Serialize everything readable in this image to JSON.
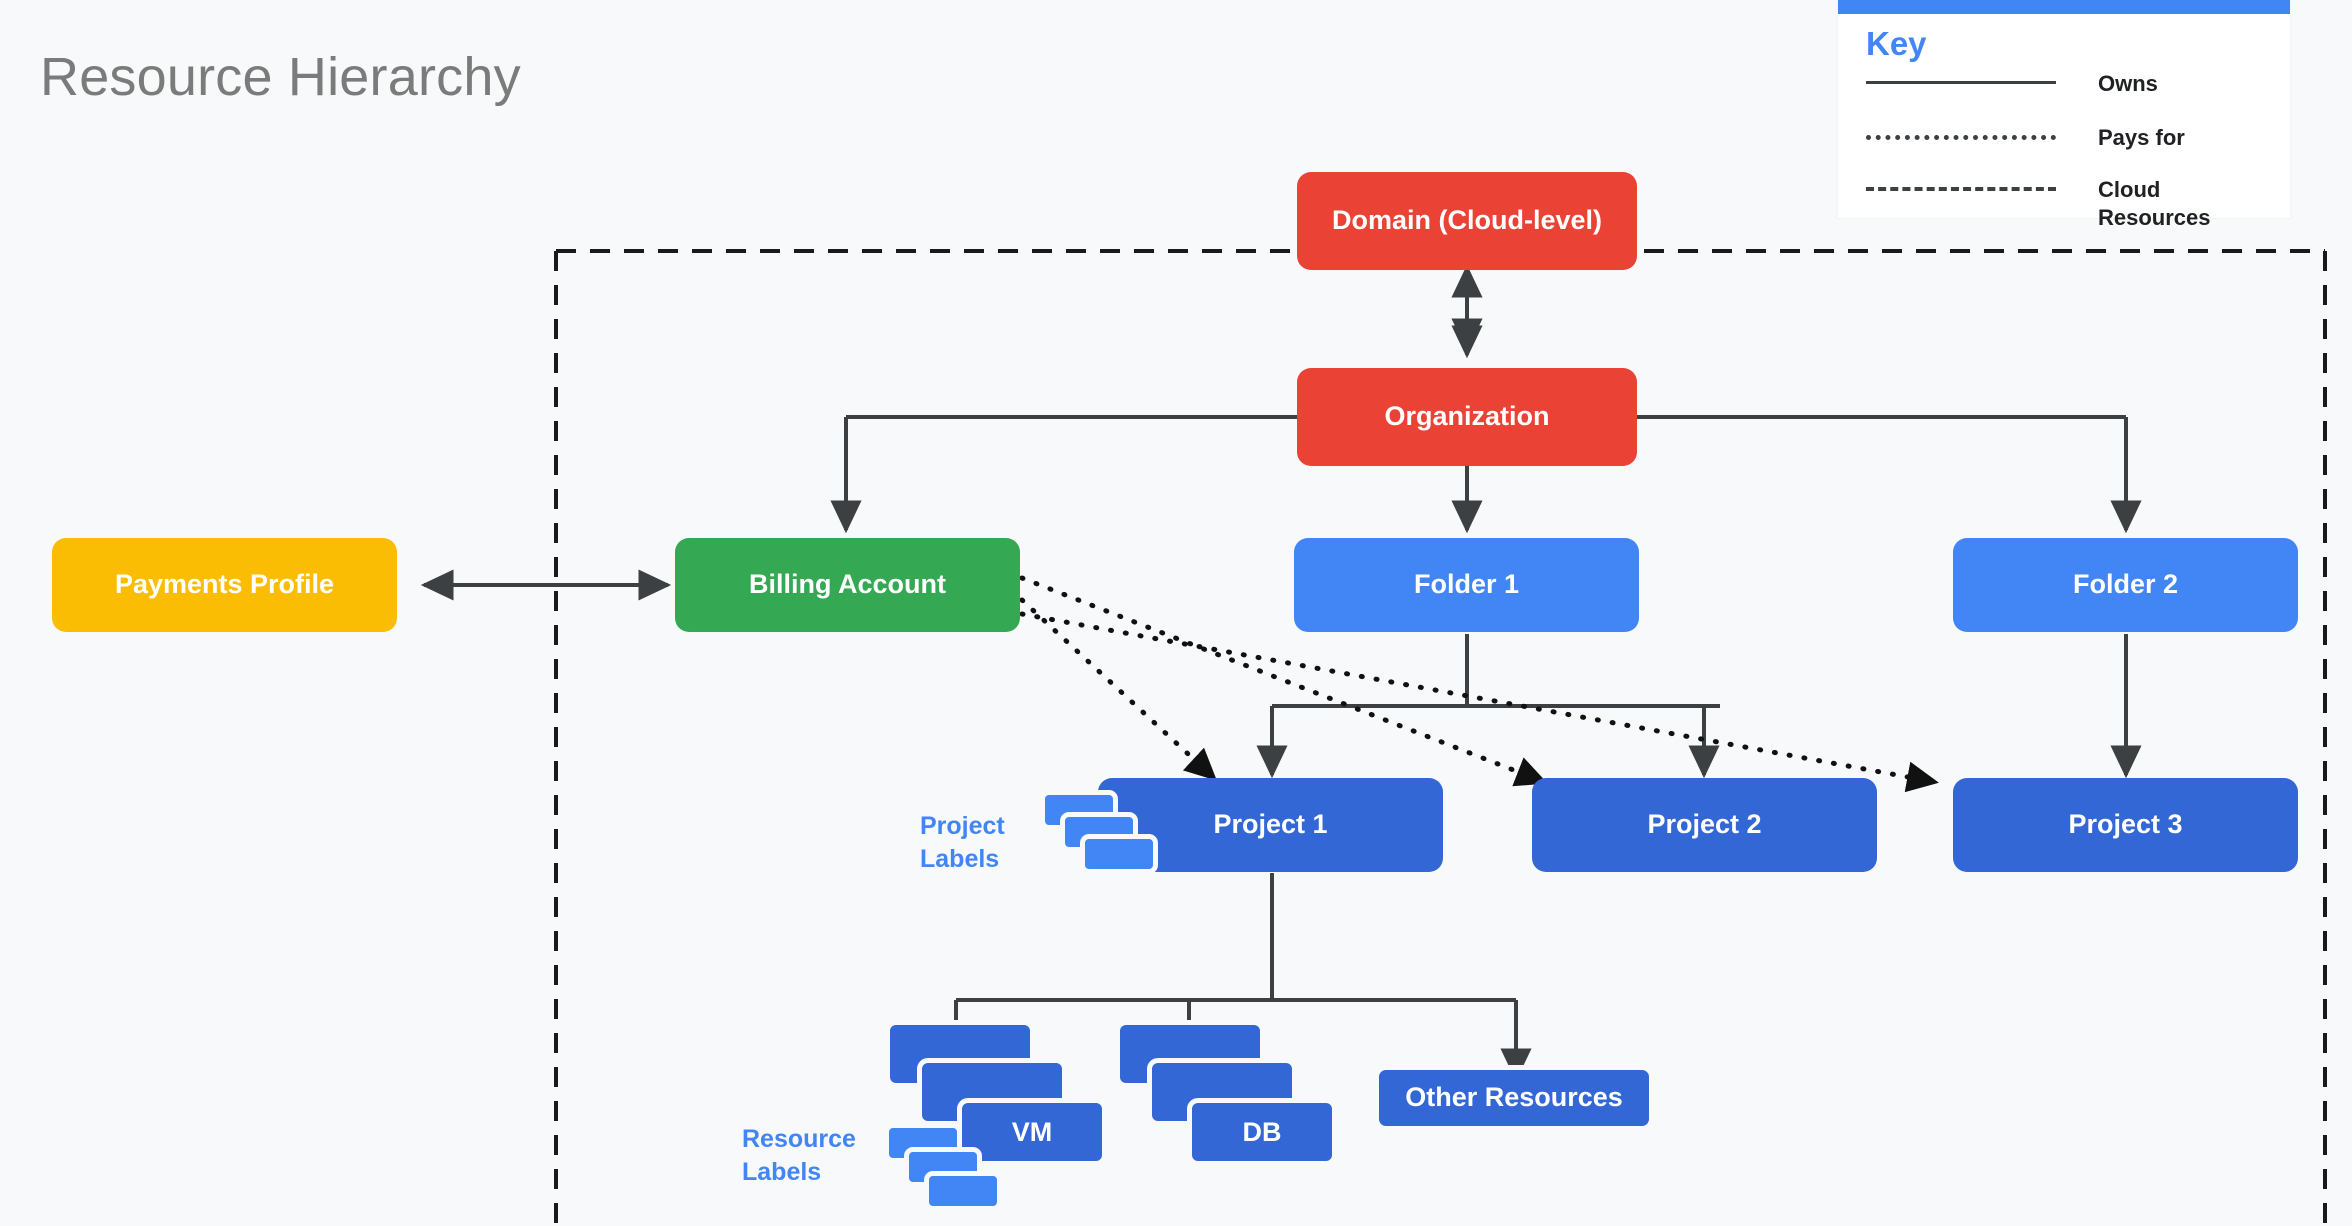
{
  "page": {
    "title": "Resource Hierarchy",
    "background_color": "#f7f9fa"
  },
  "legend": {
    "title": "Key",
    "accent_color": "#4285f4",
    "rows": [
      {
        "style": "solid",
        "label": "Owns"
      },
      {
        "style": "dotted",
        "label": "Pays for"
      },
      {
        "style": "dashed",
        "label": "Cloud Resources"
      }
    ]
  },
  "diagram": {
    "boundary": {
      "style": "dashed",
      "label": "Cloud Resources boundary"
    },
    "nodes": {
      "domain": {
        "label": "Domain (Cloud-level)",
        "color": "#ea4335"
      },
      "organization": {
        "label": "Organization",
        "color": "#ea4335"
      },
      "payments_profile": {
        "label": "Payments Profile",
        "color": "#fbbc04"
      },
      "billing_account": {
        "label": "Billing Account",
        "color": "#34a853"
      },
      "folder_1": {
        "label": "Folder 1",
        "color": "#4285f4"
      },
      "folder_2": {
        "label": "Folder 2",
        "color": "#4285f4"
      },
      "project_1": {
        "label": "Project 1",
        "color": "#3367d6"
      },
      "project_2": {
        "label": "Project 2",
        "color": "#3367d6"
      },
      "project_3": {
        "label": "Project 3",
        "color": "#3367d6"
      },
      "vm": {
        "label": "VM",
        "color": "#3367d6"
      },
      "db": {
        "label": "DB",
        "color": "#3367d6"
      },
      "other_resources": {
        "label": "Other Resources",
        "color": "#3367d6"
      }
    },
    "annotations": {
      "project_labels": {
        "line1": "Project",
        "line2": "Labels",
        "color": "#4285f4"
      },
      "resource_labels": {
        "line1": "Resource",
        "line2": "Labels",
        "color": "#4285f4"
      }
    },
    "edges": [
      {
        "from": "domain",
        "to": "organization",
        "type": "owns",
        "bidirectional": true
      },
      {
        "from": "payments_profile",
        "to": "billing_account",
        "type": "owns",
        "bidirectional": true
      },
      {
        "from": "organization",
        "to": "billing_account",
        "type": "owns",
        "bidirectional": false
      },
      {
        "from": "organization",
        "to": "folder_1",
        "type": "owns",
        "bidirectional": false
      },
      {
        "from": "organization",
        "to": "folder_2",
        "type": "owns",
        "bidirectional": false
      },
      {
        "from": "folder_1",
        "to": "project_1",
        "type": "owns",
        "bidirectional": false
      },
      {
        "from": "folder_1",
        "to": "project_2",
        "type": "owns",
        "bidirectional": false
      },
      {
        "from": "folder_2",
        "to": "project_3",
        "type": "owns",
        "bidirectional": false
      },
      {
        "from": "project_1",
        "to": "vm",
        "type": "owns",
        "bidirectional": false
      },
      {
        "from": "project_1",
        "to": "db",
        "type": "owns",
        "bidirectional": false
      },
      {
        "from": "project_1",
        "to": "other_resources",
        "type": "owns",
        "bidirectional": false
      },
      {
        "from": "billing_account",
        "to": "project_1",
        "type": "pays_for",
        "bidirectional": false
      },
      {
        "from": "billing_account",
        "to": "project_2",
        "type": "pays_for",
        "bidirectional": false
      },
      {
        "from": "billing_account",
        "to": "project_3",
        "type": "pays_for",
        "bidirectional": false
      }
    ]
  }
}
